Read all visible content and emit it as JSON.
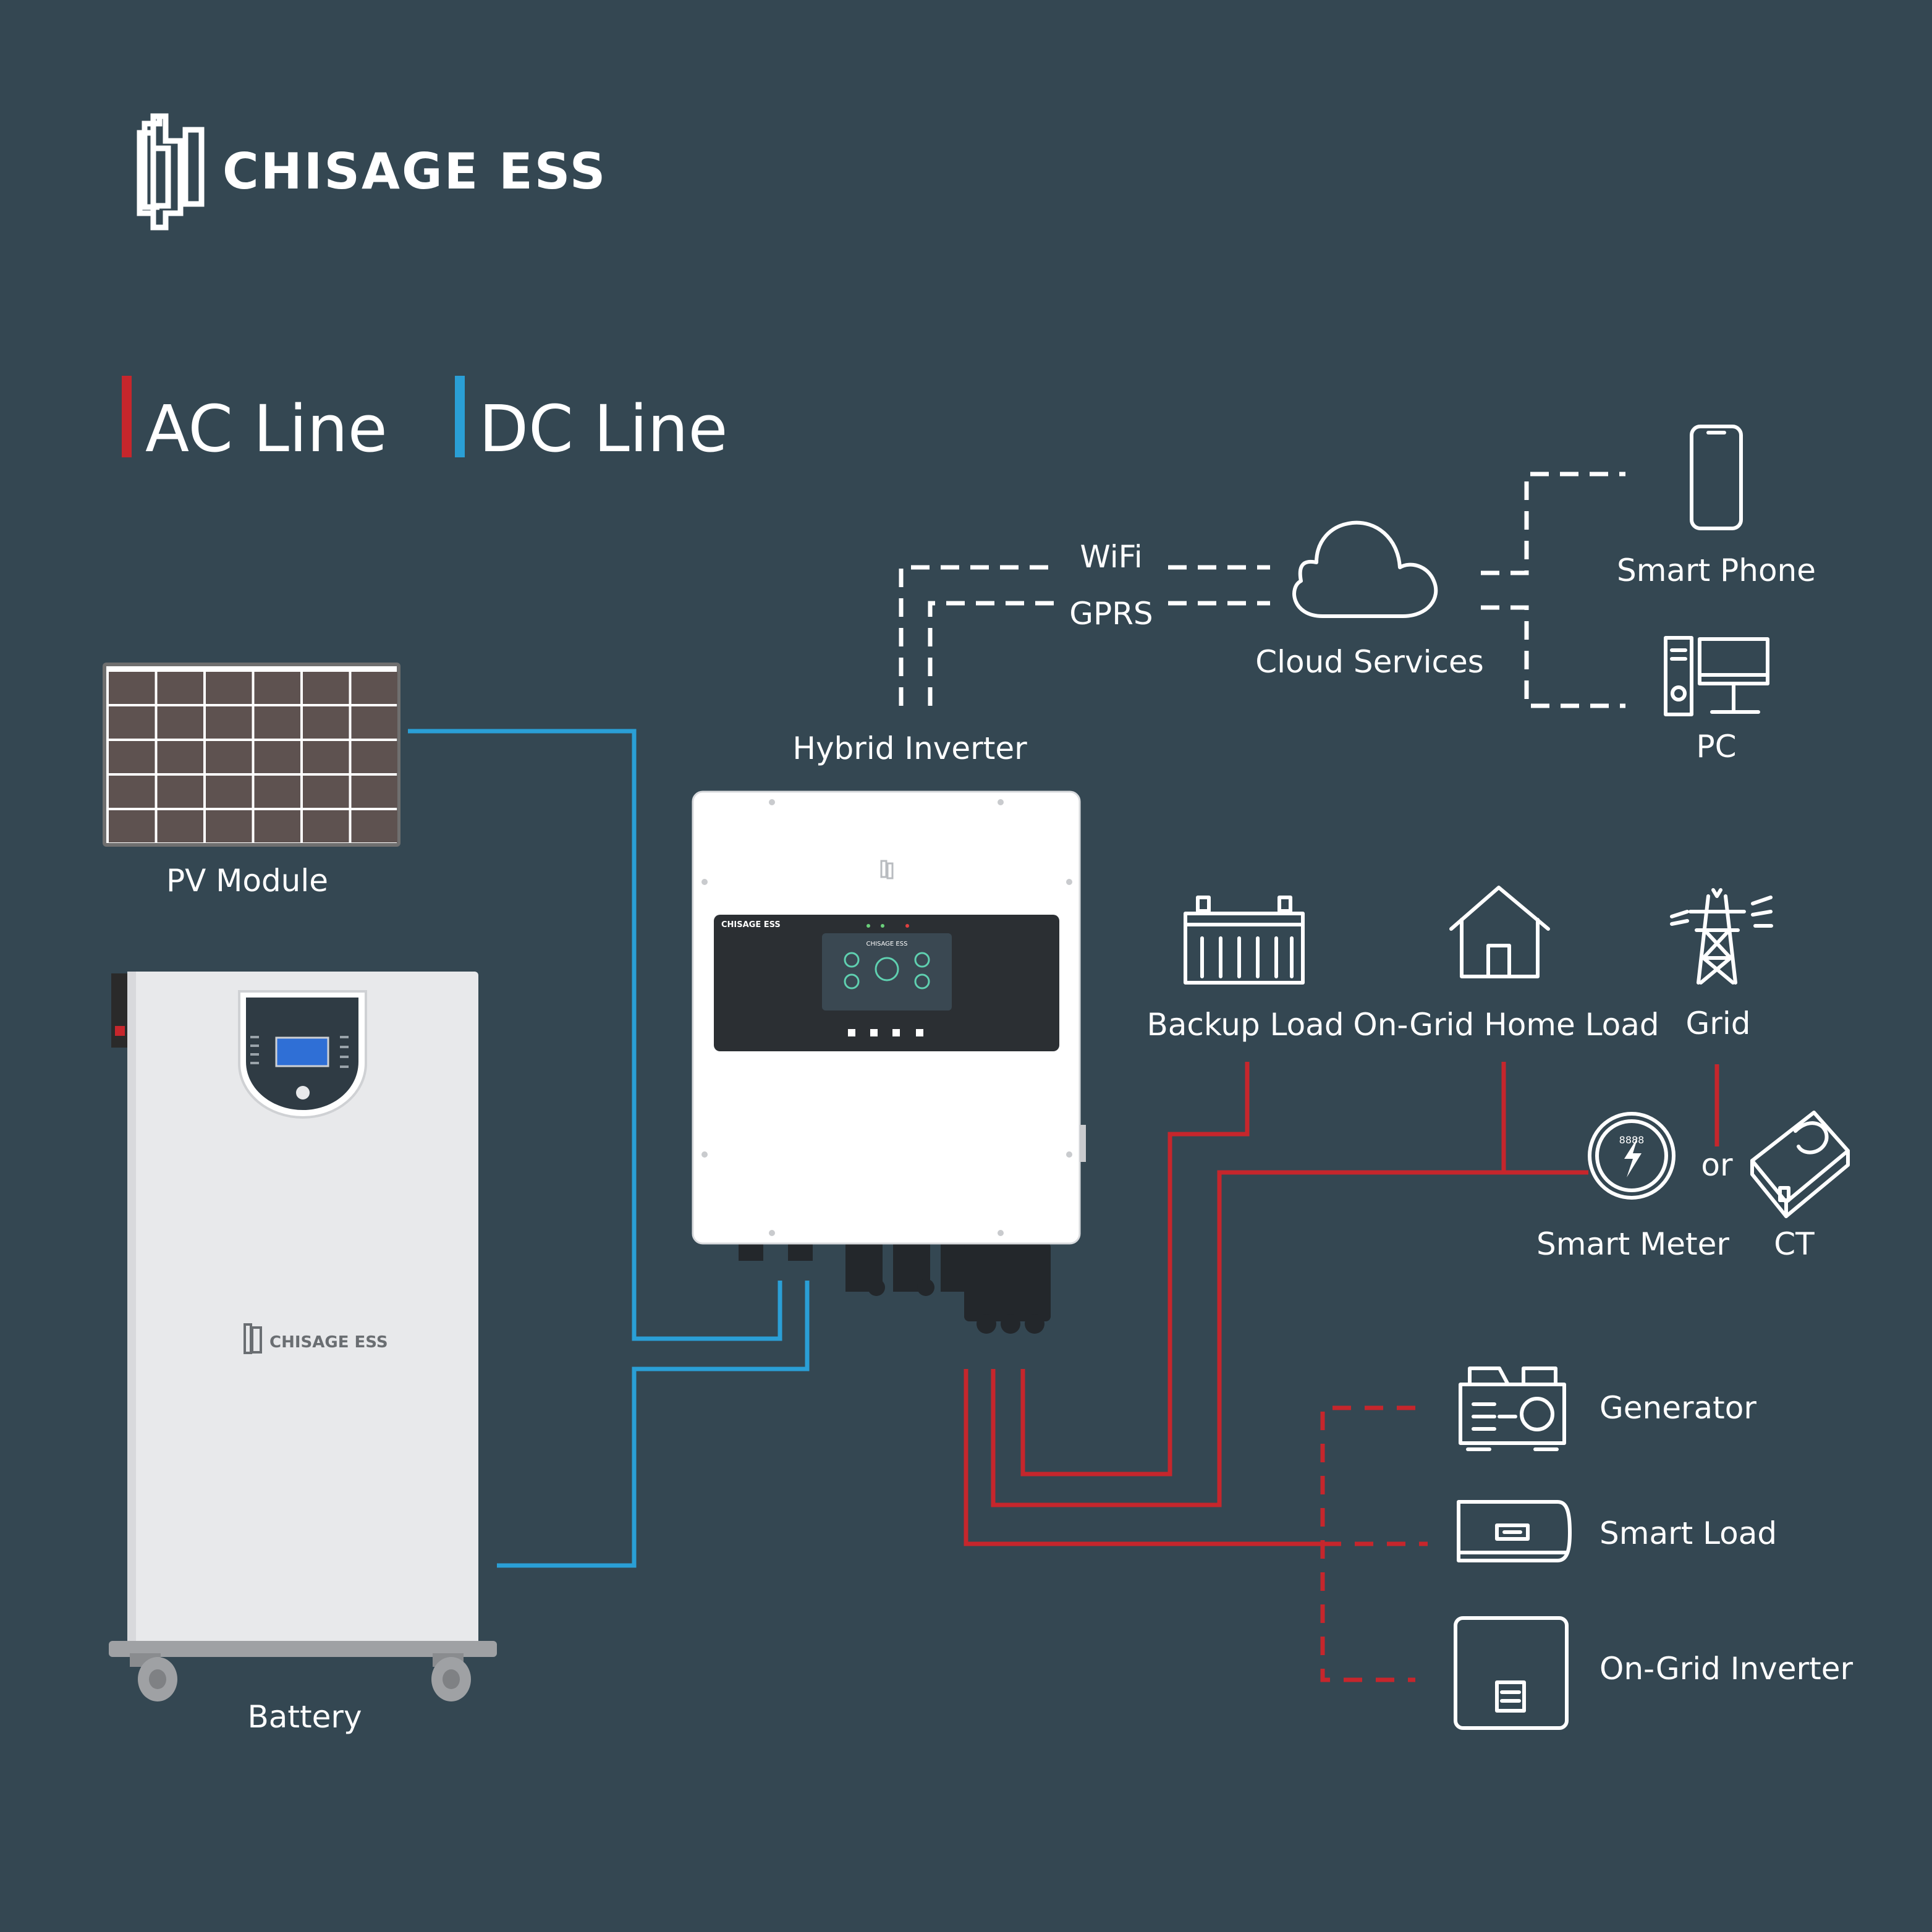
{
  "brand": {
    "name": "CHISAGE ESS"
  },
  "legend": [
    {
      "label": "AC Line",
      "color": "#c6262c"
    },
    {
      "label": "DC Line",
      "color": "#2a9fd6"
    }
  ],
  "nodes": {
    "pv_module": "PV Module",
    "battery": "Battery",
    "battery_brand": "CHISAGE ESS",
    "hybrid_inverter": "Hybrid Inverter",
    "inverter_brand": "CHISAGE ESS",
    "inverter_screen_title": "CHISAGE ESS",
    "wifi": "WiFi",
    "gprs": "GPRS",
    "cloud_services": "Cloud Services",
    "smart_phone": "Smart Phone",
    "pc": "PC",
    "backup_load": "Backup Load",
    "on_grid_home_load": "On-Grid Home Load",
    "grid": "Grid",
    "smart_meter": "Smart Meter",
    "smart_meter_digits": "8888",
    "or": "or",
    "ct": "CT",
    "generator": "Generator",
    "smart_load": "Smart Load",
    "on_grid_inverter": "On-Grid Inverter"
  },
  "colors": {
    "background": "#344752",
    "ac_line": "#c6262c",
    "dc_line": "#2a9fd6",
    "panel_cell": "#5e5250",
    "device_body": "#e8e9eb"
  }
}
